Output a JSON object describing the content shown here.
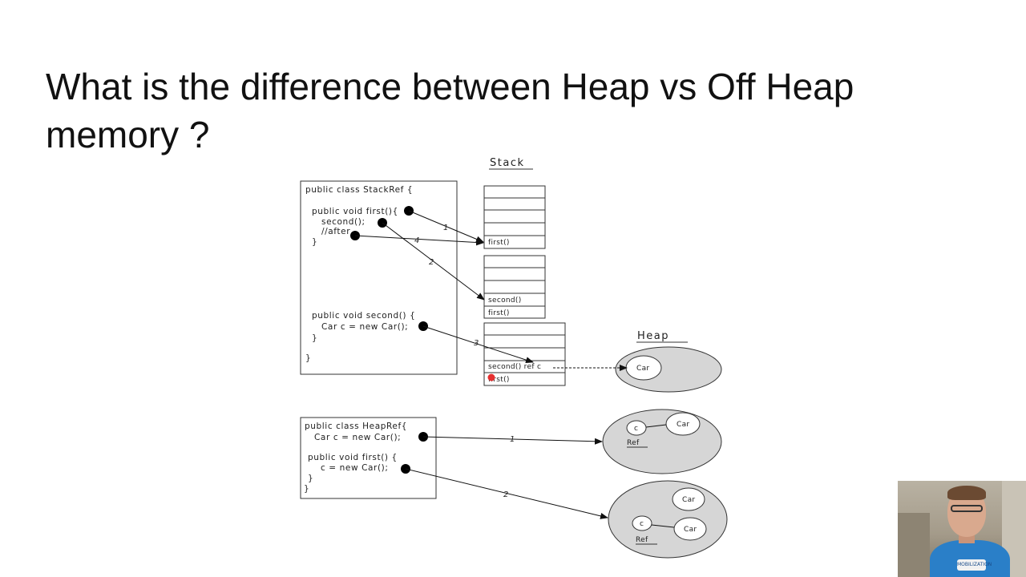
{
  "slide": {
    "title_line1": "What is the difference between  Heap vs Off Heap",
    "title_line2": "memory ?"
  },
  "stack_diagram": {
    "stack_label": "Stack",
    "heap_label": "Heap",
    "code": [
      "public class StackRef {",
      "public void first(){",
      "second();",
      "//after",
      "}",
      "public void  second() {",
      "Car c = new Car();",
      "}",
      "}"
    ],
    "frame1_labels": [
      "first()"
    ],
    "frame2_labels": [
      "second()",
      "first()"
    ],
    "frame3_labels": [
      "second()  ref c",
      "first()"
    ],
    "arrow_numbers": [
      "1",
      "4",
      "2",
      "3"
    ],
    "heap_object": "Car"
  },
  "heap_ref_diagram": {
    "code": [
      "public class HeapRef{",
      "Car c = new Car();",
      "public void first() {",
      "c = new Car();",
      "}",
      "}"
    ],
    "arrow_numbers": [
      "1",
      "2"
    ],
    "heap1": {
      "ref_label": "Ref",
      "c_label": "c",
      "car_label": "Car"
    },
    "heap2": {
      "ref_label": "Ref",
      "c_label": "c",
      "car_label_top": "Car",
      "car_label_bottom": "Car"
    }
  },
  "webcam": {
    "shirt_text": "MOBILIZATION"
  }
}
